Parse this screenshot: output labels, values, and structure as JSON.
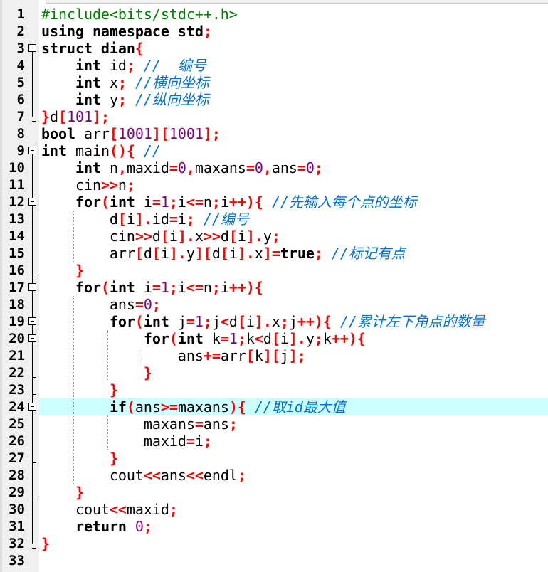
{
  "editor": {
    "highlighted_line": 24,
    "colors": {
      "keyword": "#000000",
      "operator": "#ff0000",
      "number": "#800080",
      "comment": "#0070e0",
      "preprocessor": "#008000",
      "current_line": "#ccffff"
    },
    "fold_open_lines": [
      3,
      9,
      12,
      17,
      19,
      20,
      24
    ],
    "lines": [
      [
        [
          "p",
          "#include<bits/stdc++.h>"
        ]
      ],
      [
        [
          "k",
          "using namespace std"
        ],
        [
          "o",
          ";"
        ]
      ],
      [
        [
          "k",
          "struct dian"
        ],
        [
          "o",
          "{"
        ]
      ],
      [
        [
          "i",
          "    "
        ],
        [
          "k",
          "int"
        ],
        [
          "i",
          " id"
        ],
        [
          "o",
          ";"
        ],
        [
          "c",
          " //  编号"
        ]
      ],
      [
        [
          "i",
          "    "
        ],
        [
          "k",
          "int"
        ],
        [
          "i",
          " x"
        ],
        [
          "o",
          ";"
        ],
        [
          "c",
          " //横向坐标"
        ]
      ],
      [
        [
          "i",
          "    "
        ],
        [
          "k",
          "int"
        ],
        [
          "i",
          " y"
        ],
        [
          "o",
          ";"
        ],
        [
          "c",
          " //纵向坐标"
        ]
      ],
      [
        [
          "o",
          "}"
        ],
        [
          "i",
          "d"
        ],
        [
          "o",
          "["
        ],
        [
          "n",
          "101"
        ],
        [
          "o",
          "];"
        ]
      ],
      [
        [
          "k",
          "bool"
        ],
        [
          "i",
          " arr"
        ],
        [
          "o",
          "["
        ],
        [
          "n",
          "1001"
        ],
        [
          "o",
          "]["
        ],
        [
          "n",
          "1001"
        ],
        [
          "o",
          "];"
        ]
      ],
      [
        [
          "k",
          "int"
        ],
        [
          "i",
          " main"
        ],
        [
          "o",
          "(){"
        ],
        [
          "c",
          " //"
        ]
      ],
      [
        [
          "i",
          "    "
        ],
        [
          "k",
          "int"
        ],
        [
          "i",
          " n"
        ],
        [
          "o",
          ","
        ],
        [
          "i",
          "maxid"
        ],
        [
          "o",
          "="
        ],
        [
          "n",
          "0"
        ],
        [
          "o",
          ","
        ],
        [
          "i",
          "maxans"
        ],
        [
          "o",
          "="
        ],
        [
          "n",
          "0"
        ],
        [
          "o",
          ","
        ],
        [
          "i",
          "ans"
        ],
        [
          "o",
          "="
        ],
        [
          "n",
          "0"
        ],
        [
          "o",
          ";"
        ]
      ],
      [
        [
          "i",
          "    cin"
        ],
        [
          "o",
          ">>"
        ],
        [
          "i",
          "n"
        ],
        [
          "o",
          ";"
        ]
      ],
      [
        [
          "i",
          "    "
        ],
        [
          "k",
          "for"
        ],
        [
          "o",
          "("
        ],
        [
          "k",
          "int"
        ],
        [
          "i",
          " i"
        ],
        [
          "o",
          "="
        ],
        [
          "n",
          "1"
        ],
        [
          "o",
          ";"
        ],
        [
          "i",
          "i"
        ],
        [
          "o",
          "<="
        ],
        [
          "i",
          "n"
        ],
        [
          "o",
          ";"
        ],
        [
          "i",
          "i"
        ],
        [
          "o",
          "++){"
        ],
        [
          "c",
          " //先输入每个点的坐标"
        ]
      ],
      [
        [
          "i",
          "        d"
        ],
        [
          "o",
          "["
        ],
        [
          "i",
          "i"
        ],
        [
          "o",
          "]."
        ],
        [
          "i",
          "id"
        ],
        [
          "o",
          "="
        ],
        [
          "i",
          "i"
        ],
        [
          "o",
          ";"
        ],
        [
          "c",
          " //编号"
        ]
      ],
      [
        [
          "i",
          "        cin"
        ],
        [
          "o",
          ">>"
        ],
        [
          "i",
          "d"
        ],
        [
          "o",
          "["
        ],
        [
          "i",
          "i"
        ],
        [
          "o",
          "]."
        ],
        [
          "i",
          "x"
        ],
        [
          "o",
          ">>"
        ],
        [
          "i",
          "d"
        ],
        [
          "o",
          "["
        ],
        [
          "i",
          "i"
        ],
        [
          "o",
          "]."
        ],
        [
          "i",
          "y"
        ],
        [
          "o",
          ";"
        ]
      ],
      [
        [
          "i",
          "        arr"
        ],
        [
          "o",
          "["
        ],
        [
          "i",
          "d"
        ],
        [
          "o",
          "["
        ],
        [
          "i",
          "i"
        ],
        [
          "o",
          "]."
        ],
        [
          "i",
          "y"
        ],
        [
          "o",
          "]["
        ],
        [
          "i",
          "d"
        ],
        [
          "o",
          "["
        ],
        [
          "i",
          "i"
        ],
        [
          "o",
          "]."
        ],
        [
          "i",
          "x"
        ],
        [
          "o",
          "]="
        ],
        [
          "k",
          "true"
        ],
        [
          "o",
          ";"
        ],
        [
          "c",
          " //标记有点"
        ]
      ],
      [
        [
          "i",
          "    "
        ],
        [
          "o",
          "}"
        ]
      ],
      [
        [
          "i",
          "    "
        ],
        [
          "k",
          "for"
        ],
        [
          "o",
          "("
        ],
        [
          "k",
          "int"
        ],
        [
          "i",
          " i"
        ],
        [
          "o",
          "="
        ],
        [
          "n",
          "1"
        ],
        [
          "o",
          ";"
        ],
        [
          "i",
          "i"
        ],
        [
          "o",
          "<="
        ],
        [
          "i",
          "n"
        ],
        [
          "o",
          ";"
        ],
        [
          "i",
          "i"
        ],
        [
          "o",
          "++){"
        ]
      ],
      [
        [
          "i",
          "        ans"
        ],
        [
          "o",
          "="
        ],
        [
          "n",
          "0"
        ],
        [
          "o",
          ";"
        ]
      ],
      [
        [
          "i",
          "        "
        ],
        [
          "k",
          "for"
        ],
        [
          "o",
          "("
        ],
        [
          "k",
          "int"
        ],
        [
          "i",
          " j"
        ],
        [
          "o",
          "="
        ],
        [
          "n",
          "1"
        ],
        [
          "o",
          ";"
        ],
        [
          "i",
          "j"
        ],
        [
          "o",
          "<"
        ],
        [
          "i",
          "d"
        ],
        [
          "o",
          "["
        ],
        [
          "i",
          "i"
        ],
        [
          "o",
          "]."
        ],
        [
          "i",
          "x"
        ],
        [
          "o",
          ";"
        ],
        [
          "i",
          "j"
        ],
        [
          "o",
          "++){"
        ],
        [
          "c",
          " //累计左下角点的数量"
        ]
      ],
      [
        [
          "i",
          "            "
        ],
        [
          "k",
          "for"
        ],
        [
          "o",
          "("
        ],
        [
          "k",
          "int"
        ],
        [
          "i",
          " k"
        ],
        [
          "o",
          "="
        ],
        [
          "n",
          "1"
        ],
        [
          "o",
          ";"
        ],
        [
          "i",
          "k"
        ],
        [
          "o",
          "<"
        ],
        [
          "i",
          "d"
        ],
        [
          "o",
          "["
        ],
        [
          "i",
          "i"
        ],
        [
          "o",
          "]."
        ],
        [
          "i",
          "y"
        ],
        [
          "o",
          ";"
        ],
        [
          "i",
          "k"
        ],
        [
          "o",
          "++){"
        ]
      ],
      [
        [
          "i",
          "                ans"
        ],
        [
          "o",
          "+="
        ],
        [
          "i",
          "arr"
        ],
        [
          "o",
          "["
        ],
        [
          "i",
          "k"
        ],
        [
          "o",
          "]["
        ],
        [
          "i",
          "j"
        ],
        [
          "o",
          "];"
        ]
      ],
      [
        [
          "i",
          "            "
        ],
        [
          "o",
          "}"
        ]
      ],
      [
        [
          "i",
          "        "
        ],
        [
          "o",
          "}"
        ]
      ],
      [
        [
          "i",
          "        "
        ],
        [
          "k",
          "if"
        ],
        [
          "o",
          "("
        ],
        [
          "i",
          "ans"
        ],
        [
          "o",
          ">="
        ],
        [
          "i",
          "maxans"
        ],
        [
          "o",
          "){"
        ],
        [
          "c",
          " //取id最大值"
        ]
      ],
      [
        [
          "i",
          "            maxans"
        ],
        [
          "o",
          "="
        ],
        [
          "i",
          "ans"
        ],
        [
          "o",
          ";"
        ]
      ],
      [
        [
          "i",
          "            maxid"
        ],
        [
          "o",
          "="
        ],
        [
          "i",
          "i"
        ],
        [
          "o",
          ";"
        ]
      ],
      [
        [
          "i",
          "        "
        ],
        [
          "o",
          "}"
        ]
      ],
      [
        [
          "i",
          "        cout"
        ],
        [
          "o",
          "<<"
        ],
        [
          "i",
          "ans"
        ],
        [
          "o",
          "<<"
        ],
        [
          "i",
          "endl"
        ],
        [
          "o",
          ";"
        ]
      ],
      [
        [
          "i",
          "    "
        ],
        [
          "o",
          "}"
        ]
      ],
      [
        [
          "i",
          "    cout"
        ],
        [
          "o",
          "<<"
        ],
        [
          "i",
          "maxid"
        ],
        [
          "o",
          ";"
        ]
      ],
      [
        [
          "i",
          "    "
        ],
        [
          "k",
          "return"
        ],
        [
          "i",
          " "
        ],
        [
          "n",
          "0"
        ],
        [
          "o",
          ";"
        ]
      ],
      [
        [
          "o",
          "}"
        ]
      ],
      []
    ]
  }
}
